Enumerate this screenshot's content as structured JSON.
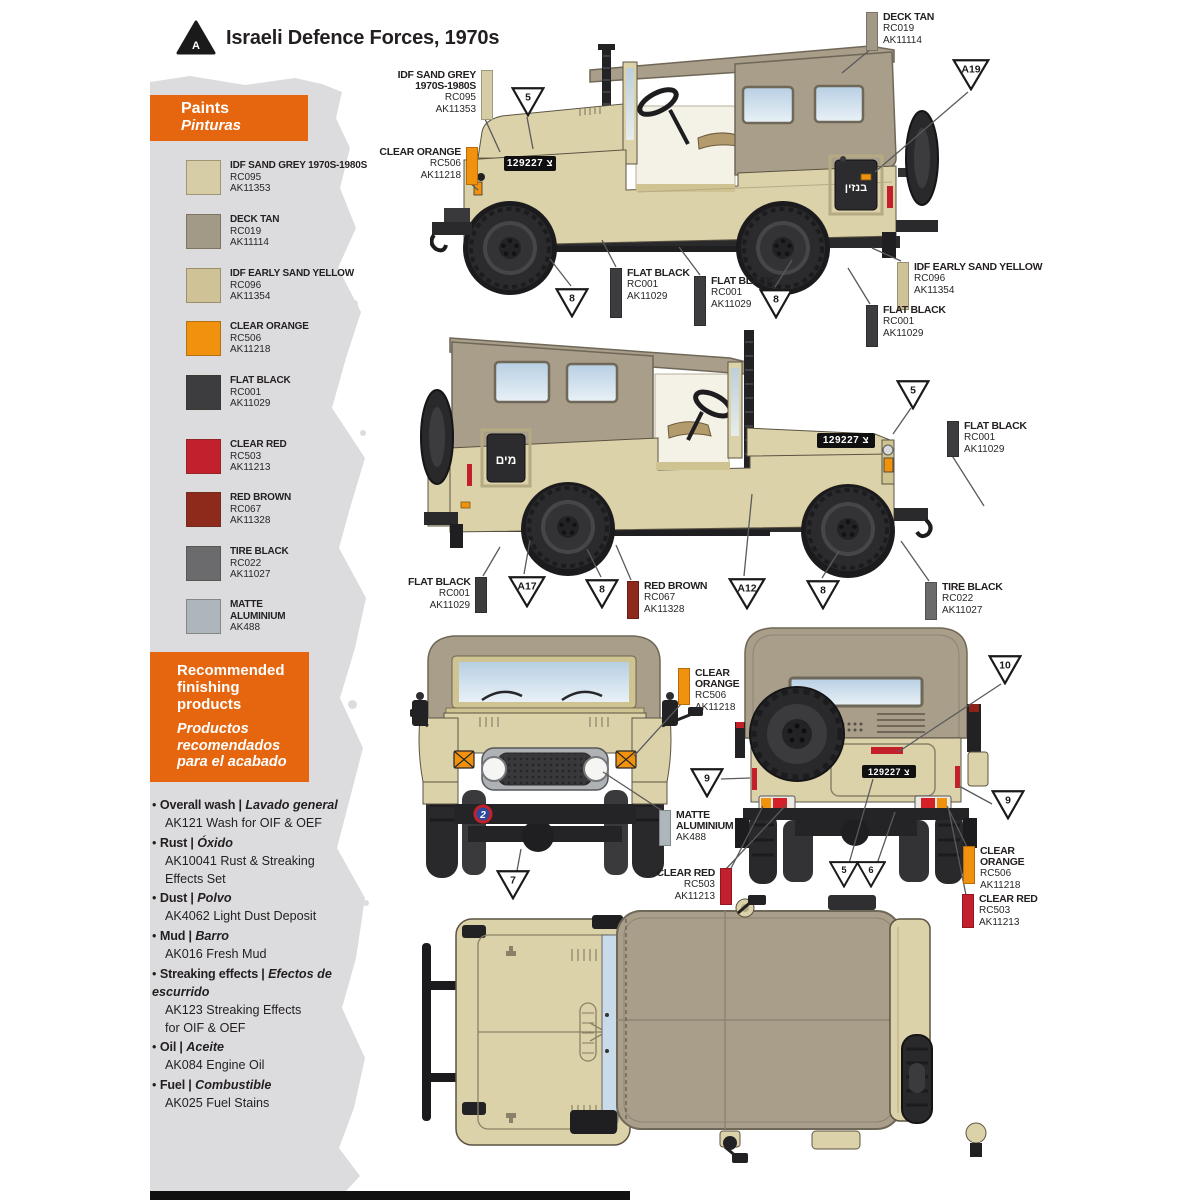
{
  "header": {
    "marker": "A",
    "title": "Israeli Defence Forces, 1970s"
  },
  "paints_panel": {
    "title": "Paints",
    "subtitle": "Pinturas",
    "items": [
      {
        "name": "IDF SAND GREY 1970S-1980S",
        "code1": "RC095",
        "code2": "AK11353",
        "color": "#d6cca6"
      },
      {
        "name": "DECK TAN",
        "code1": "RC019",
        "code2": "AK11114",
        "color": "#a39987"
      },
      {
        "name": "IDF EARLY SAND YELLOW",
        "code1": "RC096",
        "code2": "AK11354",
        "color": "#cfc297"
      },
      {
        "name": "CLEAR ORANGE",
        "code1": "RC506",
        "code2": "AK11218",
        "color": "#f0920e"
      },
      {
        "name": "FLAT BLACK",
        "code1": "RC001",
        "code2": "AK11029",
        "color": "#3d3d3f"
      },
      {
        "name": "CLEAR RED",
        "code1": "RC503",
        "code2": "AK11213",
        "color": "#c2202c"
      },
      {
        "name": "RED BROWN",
        "code1": "RC067",
        "code2": "AK11328",
        "color": "#8e2a1c"
      },
      {
        "name": "TIRE BLACK",
        "code1": "RC022",
        "code2": "AK11027",
        "color": "#6b6b6d"
      },
      {
        "name": "MATTE ALUMINIUM",
        "code1": "AK488",
        "code2": "",
        "color": "#adb6ba"
      }
    ]
  },
  "finishing_panel": {
    "title_en": "Recommended finishing products",
    "title_es": "Productos recomendados para el acabado",
    "items": [
      {
        "en": "Overall wash |",
        "es": "Lavado general",
        "products": "AK121 Wash for OIF & OEF"
      },
      {
        "en": "Rust |",
        "es": "Óxido",
        "products": "AK10041 Rust & Streaking\nEffects Set"
      },
      {
        "en": "Dust |",
        "es": "Polvo",
        "products": "AK4062 Light Dust Deposit"
      },
      {
        "en": "Mud |",
        "es": "Barro",
        "products": "AK016 Fresh Mud"
      },
      {
        "en": "Streaking effects |",
        "es": "Efectos de escurrido",
        "products": "AK123 Streaking Effects\nfor OIF & OEF"
      },
      {
        "en": "Oil |",
        "es": "Aceite",
        "products": "AK084 Engine Oil"
      },
      {
        "en": "Fuel |",
        "es": "Combustible",
        "products": "AK025 Fuel Stains"
      }
    ]
  },
  "plate_number": "129227 צ",
  "vehicle_labels": {
    "jerrycan_fuel": "בנזין",
    "jerrycan_water": "מים",
    "front_badge": "2"
  },
  "triangles": [
    "5",
    "8",
    "8",
    "A19",
    "5",
    "A17",
    "8",
    "A12",
    "8",
    "7",
    "9",
    "10",
    "9",
    "5",
    "6"
  ]
}
